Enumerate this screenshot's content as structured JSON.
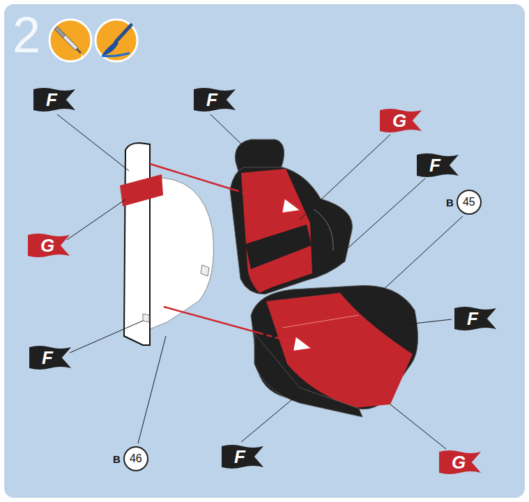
{
  "diagram": {
    "nodes": [
      {
        "text": [
          "F"
        ]
      },
      {
        "text": [
          "F"
        ]
      },
      {
        "text": [
          "G"
        ]
      },
      {
        "text": [
          "F"
        ]
      },
      {
        "text": [
          "B",
          "45"
        ]
      },
      {
        "text": [
          "G"
        ]
      },
      {
        "text": [
          "F"
        ]
      },
      {
        "text": [
          "F"
        ]
      },
      {
        "text": [
          "B",
          "46"
        ]
      },
      {
        "text": [
          "F"
        ]
      },
      {
        "text": [
          "G"
        ]
      }
    ],
    "labels": [
      "2"
    ]
  }
}
